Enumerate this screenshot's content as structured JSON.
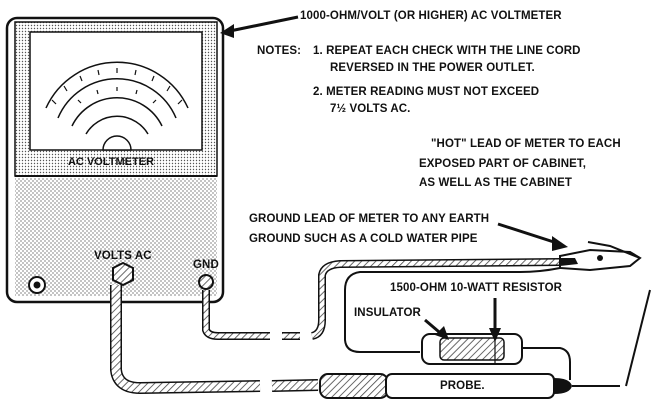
{
  "title": "1000-OHM/VOLT (OR HIGHER) AC VOLTMETER",
  "notes": {
    "label": "NOTES:",
    "note1_line1": "1. REPEAT EACH CHECK WITH THE LINE CORD",
    "note1_line2": "REVERSED IN THE POWER OUTLET.",
    "note2_line1": "2. METER READING MUST NOT EXCEED",
    "note2_line2": "7½ VOLTS AC."
  },
  "meter": {
    "face_label": "AC VOLTMETER",
    "volts_ac": "VOLTS AC",
    "gnd": "GND"
  },
  "callouts": {
    "hot_line1": "\"HOT\" LEAD OF METER TO EACH",
    "hot_line2": "EXPOSED PART OF CABINET,",
    "hot_line3": "AS WELL AS THE CABINET",
    "ground_line1": "GROUND LEAD OF METER TO ANY EARTH",
    "ground_line2": "GROUND SUCH AS A COLD WATER PIPE",
    "resistor": "1500-OHM 10-WATT RESISTOR",
    "insulator": "INSULATOR",
    "probe": "PROBE."
  }
}
